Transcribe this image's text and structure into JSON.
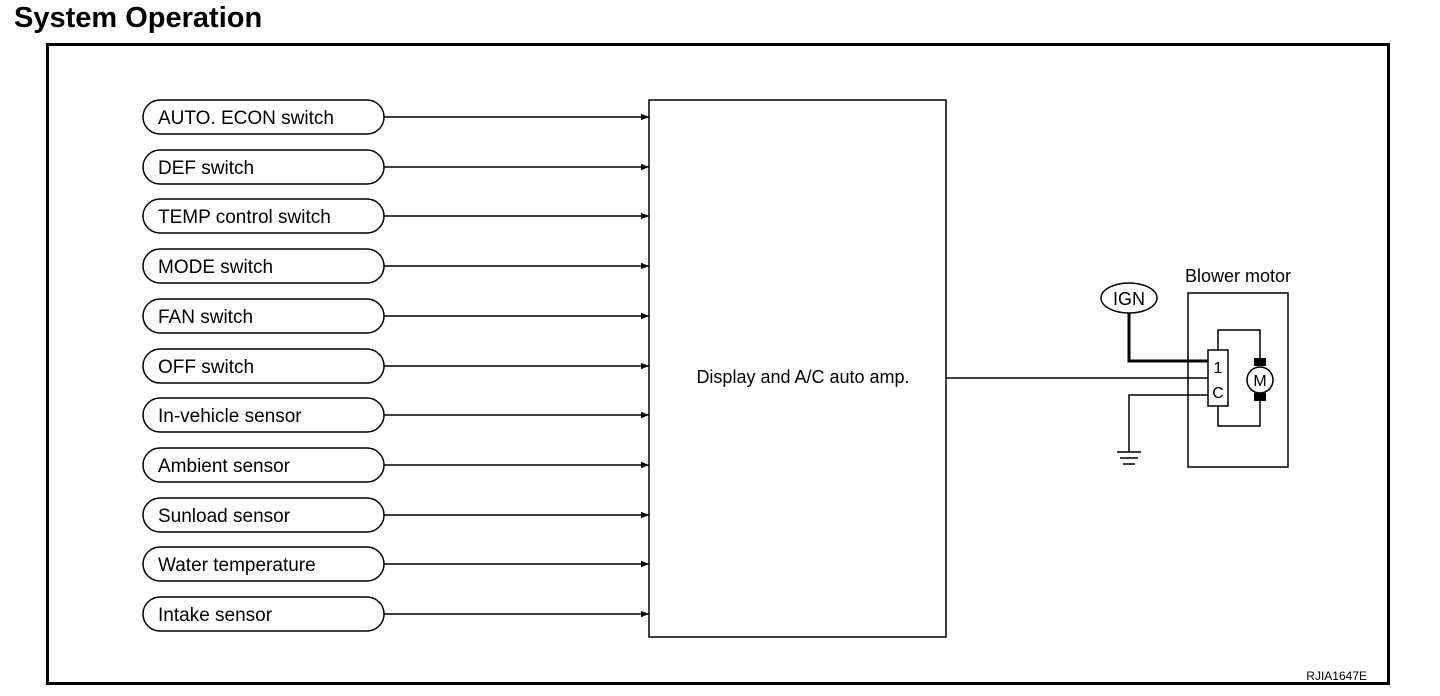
{
  "title": "System Operation",
  "inputs": [
    "AUTO. ECON switch",
    "DEF switch",
    "TEMP control switch",
    "MODE switch",
    "FAN switch",
    "OFF switch",
    "In-vehicle sensor",
    "Ambient sensor",
    "Sunload sensor",
    "Water temperature",
    "Intake sensor"
  ],
  "amp_label": "Display and A/C auto amp.",
  "blower": {
    "label": "Blower motor",
    "ign_label": "IGN",
    "connector_top": "1",
    "connector_bottom": "C",
    "motor_label": "M"
  },
  "ref_code": "RJIA1647E"
}
